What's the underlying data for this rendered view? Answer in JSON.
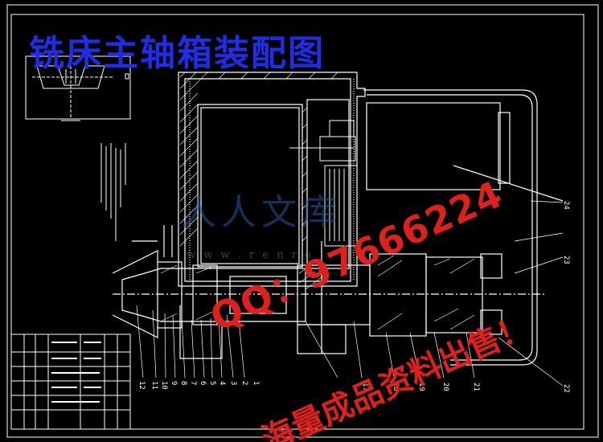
{
  "drawing": {
    "title": "铣床主轴箱装配图",
    "part_numbers_bottom": [
      "12",
      "11",
      "10",
      "9",
      "8",
      "7",
      "6",
      "5",
      "4",
      "3",
      "2",
      "1"
    ],
    "part_numbers_right": [
      "24",
      "23",
      "22",
      "21",
      "20",
      "19",
      "18",
      "17"
    ]
  },
  "watermark": {
    "site_name": "人人文库",
    "site_url": "w w w . r e n r e"
  },
  "seller_overlay": {
    "qq_line": "QQ：97666224",
    "sale_line": "海量成品资料出售！"
  },
  "colors": {
    "background": "#000000",
    "line": "#ffffff",
    "title": "#1f2de6",
    "overlay": "#e0201a"
  }
}
